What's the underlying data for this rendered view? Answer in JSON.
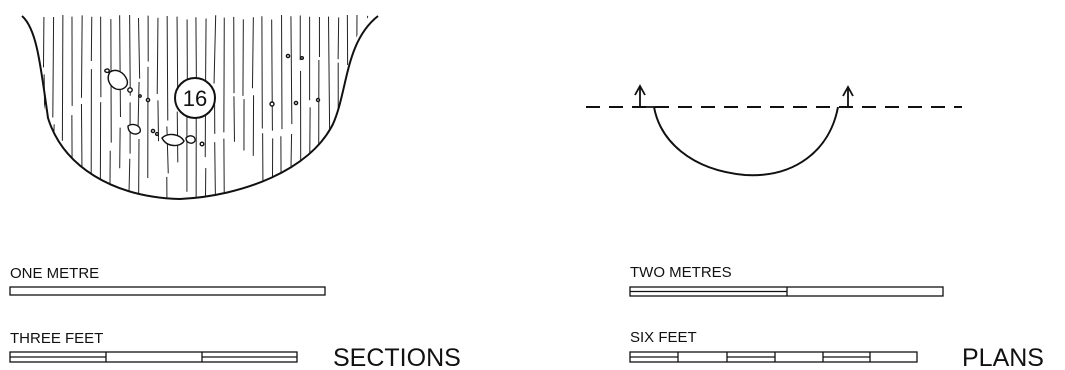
{
  "section": {
    "context_number": "16",
    "scales": {
      "metric_label": "ONE METRE",
      "imperial_label": "THREE FEET"
    },
    "title": "SECTIONS"
  },
  "plan": {
    "scales": {
      "metric_label": "TWO METRES",
      "imperial_label": "SIX FEET"
    },
    "title": "PLANS"
  }
}
